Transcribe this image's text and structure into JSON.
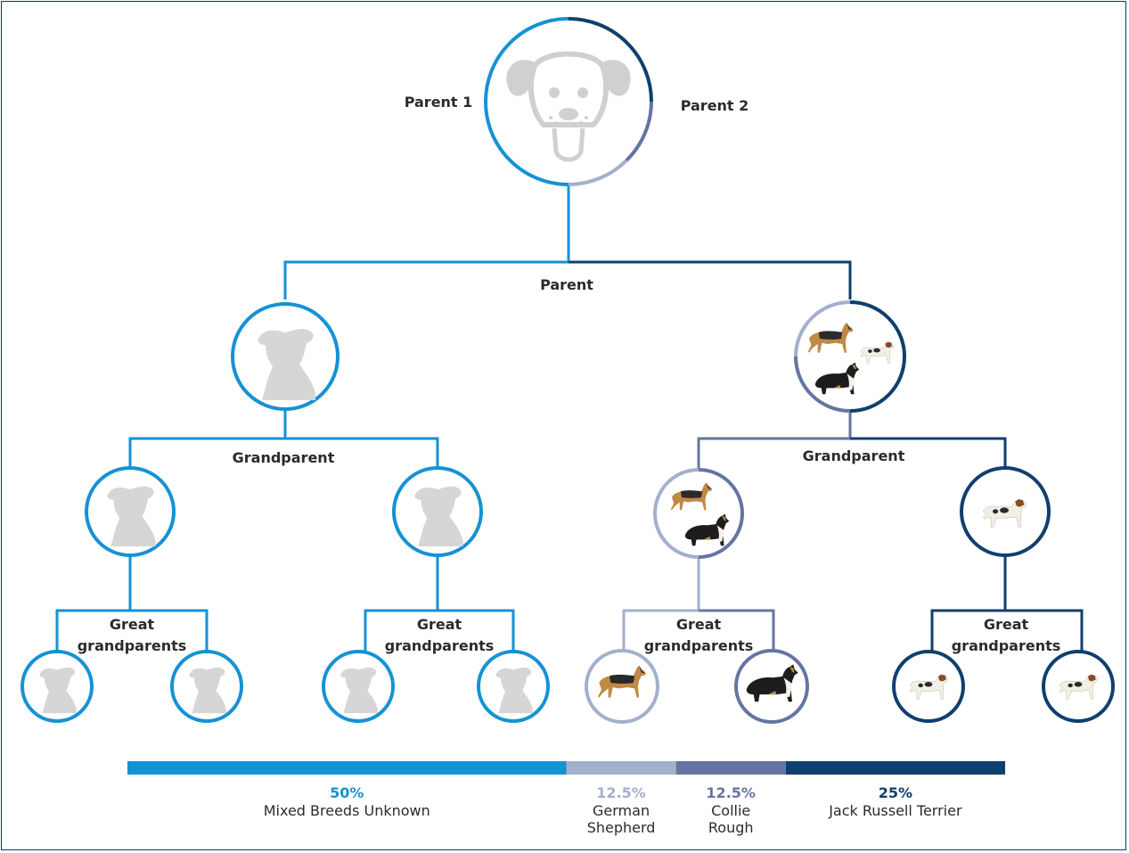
{
  "colors": {
    "mixed": "#1592d4",
    "german_shepherd": "#a2b0cc",
    "collie": "#6475a1",
    "jack_russell": "#0f3f6e",
    "node_fill": "#ffffff",
    "silhouette": "#d6d6d6"
  },
  "labels": {
    "parent_1": "Parent 1",
    "parent_2": "Parent 2",
    "parent": "Parent",
    "grandparent_left": "Grandparent",
    "grandparent_right": "Grandparent",
    "great_line1": "Great",
    "great_line2": "grandparents"
  },
  "legend": [
    {
      "pct": "50%",
      "name_lines": [
        "Mixed Breeds Unknown"
      ],
      "value": 50,
      "color_key": "mixed"
    },
    {
      "pct": "12.5%",
      "name_lines": [
        "German",
        "Shepherd"
      ],
      "value": 12.5,
      "color_key": "german_shepherd"
    },
    {
      "pct": "12.5%",
      "name_lines": [
        "Collie",
        "Rough"
      ],
      "value": 12.5,
      "color_key": "collie"
    },
    {
      "pct": "25%",
      "name_lines": [
        "Jack Russell Terrier"
      ],
      "value": 25,
      "color_key": "jack_russell"
    }
  ],
  "icons": {
    "root": "dog-face-icon",
    "unknown": "dog-silhouette-icon",
    "german_shepherd": "german-shepherd-icon",
    "collie": "rough-collie-icon",
    "jack_russell": "jack-russell-icon"
  }
}
